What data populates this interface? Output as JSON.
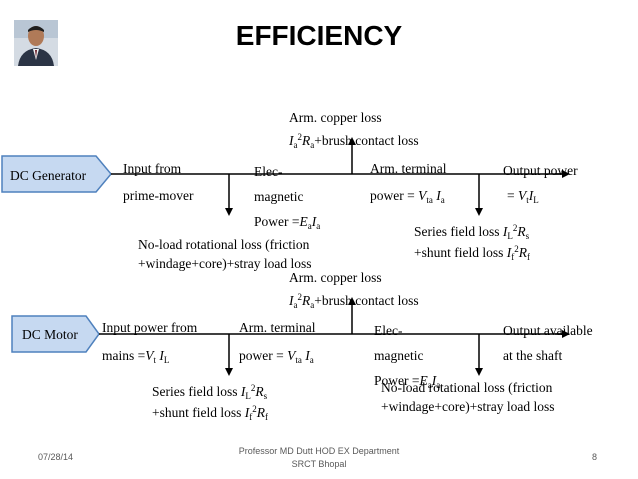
{
  "title": "EFFICIENCY",
  "generator": {
    "label": "DC Generator",
    "input_line1": "Input from",
    "input_line2": "prime-mover",
    "elec_line1": "Elec-",
    "elec_line2": "magnetic",
    "power_prefix": "Power =",
    "power_E": "E",
    "power_E_sub": "a",
    "power_I": "I",
    "power_I_sub": "a",
    "terminal_line1": "Arm. terminal",
    "terminal_prefix": "power = ",
    "terminal_V": "V",
    "terminal_V_sub": "ta",
    "terminal_I": "I",
    "terminal_I_sub": "a",
    "output_line1": "Output power",
    "output_prefix": "= ",
    "output_V": "V",
    "output_V_sub": "t",
    "output_I": "I",
    "output_I_sub": "L",
    "copper_line1": "Arm. copper loss",
    "copper_I": "I",
    "copper_I_sub": "a",
    "copper_I_sup": "2",
    "copper_R": "R",
    "copper_R_sub": "a",
    "copper_suffix": "+brush contact loss",
    "noload_line1": "No-load rotational loss (friction",
    "noload_line2": "+windage+core)+stray load loss",
    "field_prefix1": "Series field loss ",
    "field_I1": "I",
    "field_I1_sub": "L",
    "field_I1_sup": "2",
    "field_R1": "R",
    "field_R1_sub": "s",
    "field_prefix2": "+shunt field loss ",
    "field_I2": "I",
    "field_I2_sub": "f",
    "field_I2_sup": "2",
    "field_R2": "R",
    "field_R2_sub": "f"
  },
  "motor": {
    "label": "DC Motor",
    "input_line1": "Input power from",
    "input_prefix2": "mains =",
    "input_V": "V",
    "input_V_sub": "t",
    "input_I": "I",
    "input_I_sub": "L",
    "terminal_line1": "Arm. terminal",
    "terminal_prefix": "power = ",
    "terminal_V": "V",
    "terminal_V_sub": "ta",
    "terminal_I": "I",
    "terminal_I_sub": "a",
    "elec_line1": "Elec-",
    "elec_line2": "magnetic",
    "power_prefix": "Power =",
    "power_E": "E",
    "power_E_sub": "a",
    "power_I": "I",
    "power_I_sub": "a",
    "output_line1": "Output available",
    "output_line2": "at the shaft",
    "copper_line1": "Arm. copper loss",
    "copper_I": "I",
    "copper_I_sub": "a",
    "copper_I_sup": "2",
    "copper_R": "R",
    "copper_R_sub": "a",
    "copper_suffix": "+brush contact loss",
    "field_prefix1": "Series field loss ",
    "field_I1": "I",
    "field_I1_sub": "L",
    "field_I1_sup": "2",
    "field_R1": "R",
    "field_R1_sub": "s",
    "field_prefix2": "+shunt field loss ",
    "field_I2": "I",
    "field_I2_sub": "f",
    "field_I2_sup": "2",
    "field_R2": "R",
    "field_R2_sub": "f",
    "noload_line1": "No-load rotational loss (friction",
    "noload_line2": "+windage+core)+stray load loss"
  },
  "footer": {
    "date": "07/28/14",
    "author_line1": "Professor MD Dutt HOD EX Department",
    "author_line2": "SRCT Bhopal",
    "page_number": "8"
  },
  "colors": {
    "shape_fill": "#c6d9f1",
    "shape_stroke": "#4f81bd",
    "line": "#000000"
  },
  "icons": {
    "avatar": "presenter-photo"
  }
}
